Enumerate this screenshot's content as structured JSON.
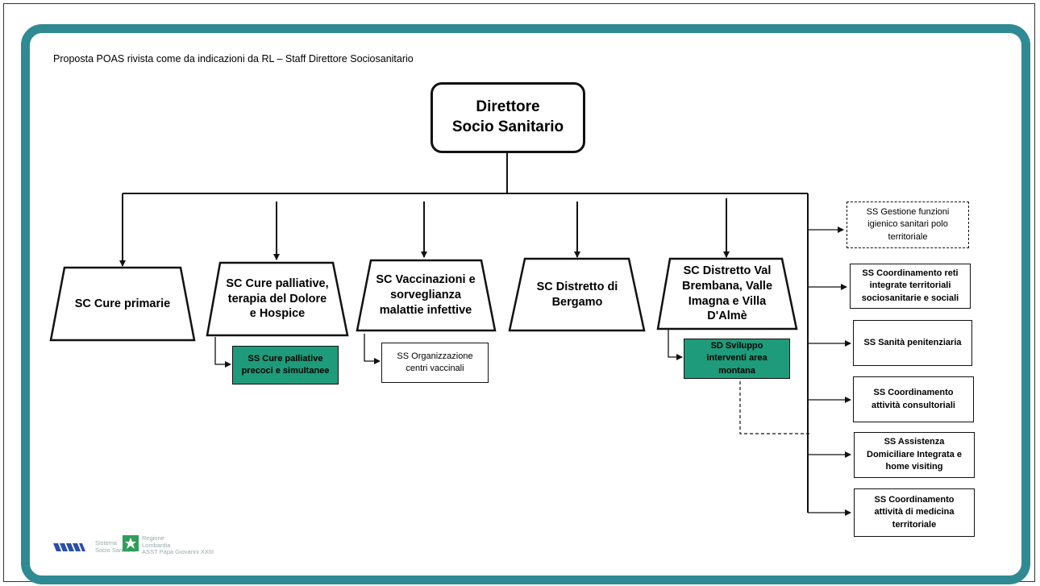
{
  "header": {
    "title": "Proposta POAS rivista come da indicazioni da RL – Staff Direttore Sociosanitario"
  },
  "director": {
    "label": "Direttore\nSocio Sanitario"
  },
  "departments": [
    {
      "label": "SC Cure primarie"
    },
    {
      "label": "SC Cure palliative,\nterapia del Dolore\ne Hospice"
    },
    {
      "label": "SC Vaccinazioni e\nsorveglianza\nmalattie infettive"
    },
    {
      "label": "SC  Distretto di\nBergamo"
    },
    {
      "label": "SC Distretto Val\nBrembana, Valle\nImagna e Villa\nD'Almè"
    }
  ],
  "sub_units": [
    {
      "label": "SS Cure palliative\nprecoci e simultanee"
    },
    {
      "label": "SS Organizzazione\ncentri vaccinali"
    },
    {
      "label": "SD  Sviluppo\ninterventi area\nmontana"
    }
  ],
  "staff_units": [
    {
      "label": "SS  Gestione funzioni\nigienico sanitari polo\nterritoriale"
    },
    {
      "label": "SS  Coordinamento reti\nintegrate territoriali\nsociosanitarie e sociali"
    },
    {
      "label": "SS  Sanità penitenziaria"
    },
    {
      "label": "SS Coordinamento\nattività consultoriali"
    },
    {
      "label": "SS Assistenza\nDomiciliare Integrata e\nhome visiting"
    },
    {
      "label": "SS Coordinamento\nattività di medicina\nterritoriale"
    }
  ],
  "logos": {
    "left_text": "Sistema\nSocio Sanitario",
    "right_text": "Regione\nLombardia\nASST Papa Giovanni XXIII"
  },
  "colors": {
    "frame": "#2f8a93",
    "highlight": "#1e9b7a"
  }
}
